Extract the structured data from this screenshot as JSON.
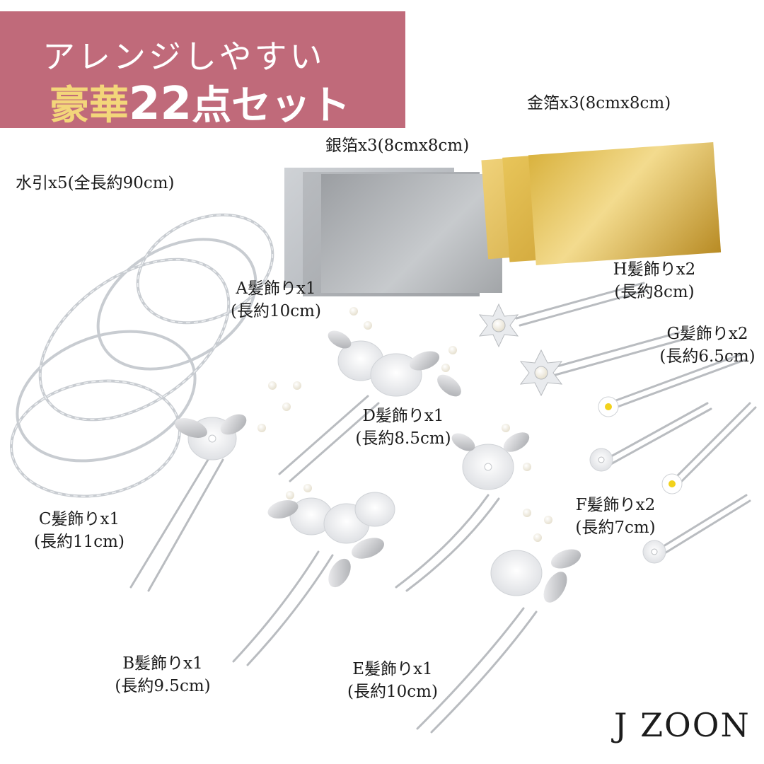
{
  "banner": {
    "line1": "アレンジしやすい",
    "line2_a": "豪華",
    "line2_num": "22",
    "line2_b": "点セット"
  },
  "labels": {
    "gold_foil": "金箔x3(8cmx8cm)",
    "silver_foil": "銀箔x3(8cmx8cm)",
    "mizuhiki": "水引x5(全長約90cm)",
    "a_name": "A髪飾りx1",
    "a_len": "(長約10cm)",
    "h_name": "H髪飾りx2",
    "h_len": "(長約8cm)",
    "g_name": "G髪飾りx2",
    "g_len": "(長約6.5cm)",
    "d_name": "D髪飾りx1",
    "d_len": "(長約8.5cm)",
    "c_name": "C髪飾りx1",
    "c_len": "(長約11cm)",
    "f_name": "F髪飾りx2",
    "f_len": "(長約7cm)",
    "b_name": "B髪飾りx1",
    "b_len": "(長約9.5cm)",
    "e_name": "E髪飾りx1",
    "e_len": "(長約10cm)"
  },
  "brand": "J ZOON",
  "colors": {
    "banner_bg": "#c06a7a",
    "banner_highlight": "#f3d67a",
    "text": "#1c1c1c",
    "silver": "#b8bbbf",
    "gold": "#d9b23e"
  }
}
